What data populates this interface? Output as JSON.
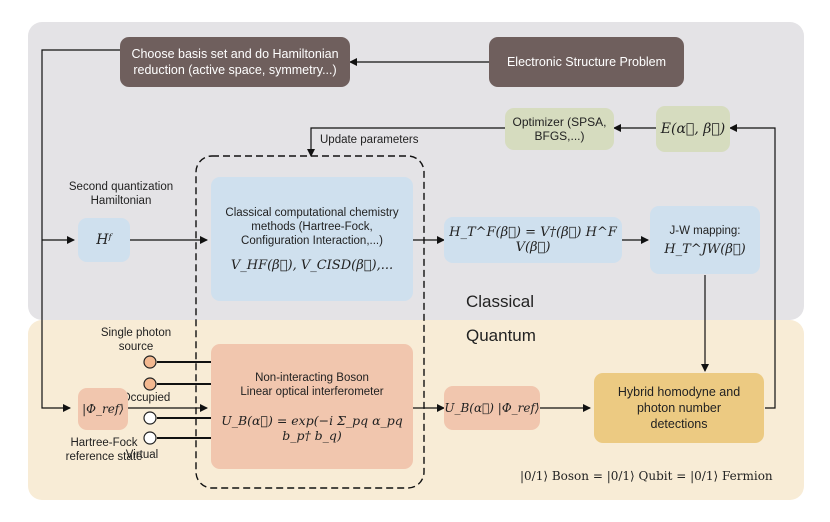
{
  "regions": {
    "classical": "Classical",
    "quantum": "Quantum"
  },
  "boxes": {
    "electronic_structure": "Electronic Structure Problem",
    "basis_set_line1": "Choose basis set and do Hamiltonian",
    "basis_set_line2": "reduction (active space, symmetry...)",
    "optimizer": "Optimizer (SPSA, BFGS,...)",
    "energy": "E(α⃗, β⃗)",
    "second_quant_label_line1": "Second quantization",
    "second_quant_label_line2": "Hamiltonian",
    "hamiltonian": "Hᶠ",
    "classical_methods_line1": "Classical computational chemistry",
    "classical_methods_line2": "methods (Hartree-Fock,",
    "classical_methods_line3": "Configuration Interaction,...)",
    "classical_methods_formula": "V_HF(β⃗), V_CISD(β⃗),...",
    "transformed_hamiltonian": "H_T^F(β⃗) = V†(β⃗) H^F V(β⃗)",
    "jw_mapping_label": "J-W mapping:",
    "jw_mapping_formula": "H_T^JW(β⃗)",
    "update_parameters": "Update parameters",
    "boson_line1": "Non-interacting Boson",
    "boson_line2": "Linear optical interferometer",
    "boson_formula": "U_B(α⃗) = exp(−i Σ_pq α_pq b_p† b_q)",
    "reference_state": "|Φ_ref⟩",
    "hartree_fock_line1": "Hartree-Fock",
    "hartree_fock_line2": "reference state",
    "prepared_state": "U_B(α⃗) |Φ_ref⟩",
    "detection_line1": "Hybrid homodyne and",
    "detection_line2": "photon number",
    "detection_line3": "detections"
  },
  "photon_labels": {
    "source_line1": "Single photon",
    "source_line2": "source",
    "occupied": "Occupied",
    "virtual": "Virtual"
  },
  "equivalence": "|0/1⟩ Boson = |0/1⟩ Qubit = |0/1⟩ Fermion",
  "colors": {
    "classical_bg": "#e4e3e6",
    "quantum_bg": "#f8ecd6",
    "dark_box": "#6f5f5d",
    "green_box": "#d6dcbf",
    "blue_box": "#cfe0ee",
    "salmon_box": "#f1c6ae",
    "gold_box": "#ecca82"
  }
}
